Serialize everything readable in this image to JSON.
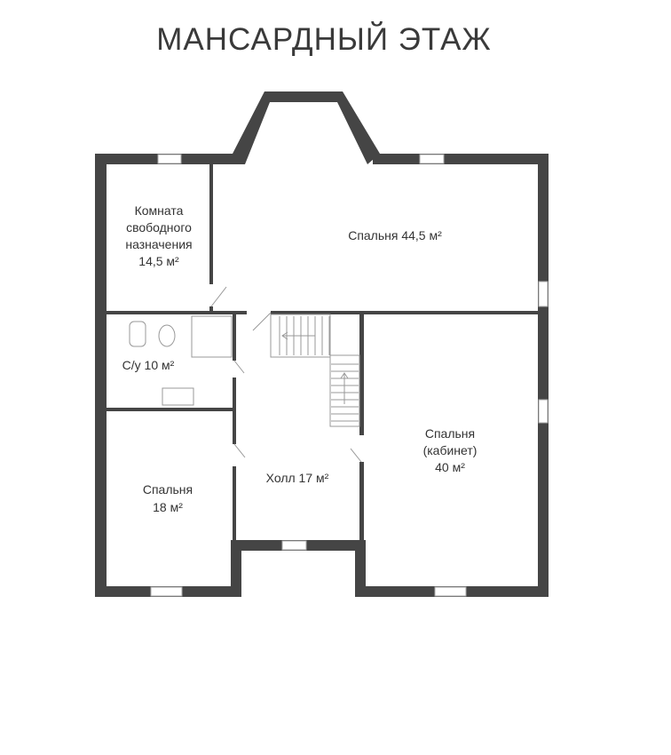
{
  "title": "МАНСАРДНЫЙ ЭТАЖ",
  "rooms": {
    "free_room": {
      "lines": [
        "Комната",
        "свободного",
        "назначения",
        "14,5 м²"
      ]
    },
    "bedroom_big": {
      "lines": [
        "Спальня 44,5 м²"
      ]
    },
    "bathroom": {
      "lines": [
        "С/у 10 м²"
      ]
    },
    "bedroom_small": {
      "lines": [
        "Спальня",
        "18 м²"
      ]
    },
    "hall": {
      "lines": [
        "Холл 17 м²"
      ]
    },
    "bedroom_office": {
      "lines": [
        "Спальня",
        "(кабинет)",
        "40 м²"
      ]
    }
  }
}
